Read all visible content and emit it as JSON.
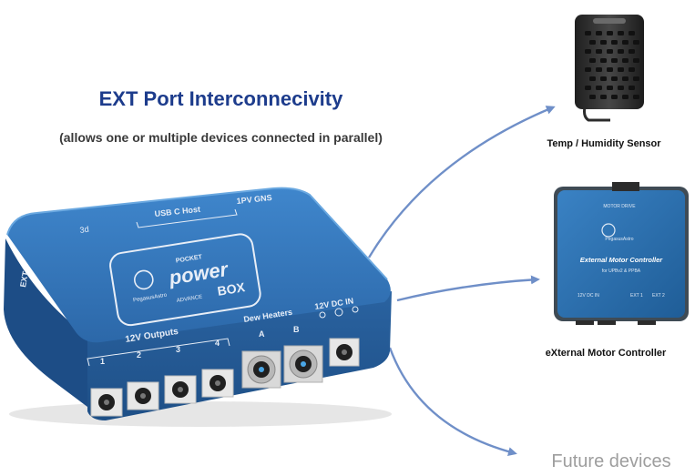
{
  "heading": {
    "title": "EXT Port Interconnecivity",
    "subtitle": "(allows one or multiple devices connected in parallel)"
  },
  "hub": {
    "top_text_left": "3d",
    "top_text_usb": "USB C Host",
    "top_text_right": "1PV GNS",
    "logo_line1": "POCKET",
    "logo_line2": "power",
    "logo_line3": "BOX",
    "logo_line4": "ADVANCE",
    "brand": "PegasusAstro",
    "outputs_label": "12V Outputs",
    "output_numbers": [
      "1",
      "2",
      "3",
      "4"
    ],
    "dew_label": "Dew Heaters",
    "dew_a": "A",
    "dew_b": "B",
    "dc_label": "12V DC IN",
    "side_label": "EXT"
  },
  "devices": {
    "sensor_label": "Temp / Humidity Sensor",
    "motor_label": "eXternal Motor Controller",
    "future_label": "Future devices"
  },
  "motor_controller": {
    "top_text": "MOTOR DRIVE",
    "brand": "PegasusAstro",
    "title": "External Motor Controller",
    "subtitle": "for UPBv2 & PPBA",
    "port1": "12V DC IN",
    "port2": "EXT 1",
    "port3": "EXT 2"
  },
  "colors": {
    "title": "#1d3c8c",
    "hub_blue": "#2f6fb3",
    "arrow": "#6f8fc8",
    "controller_blue": "#2a6aa8"
  }
}
